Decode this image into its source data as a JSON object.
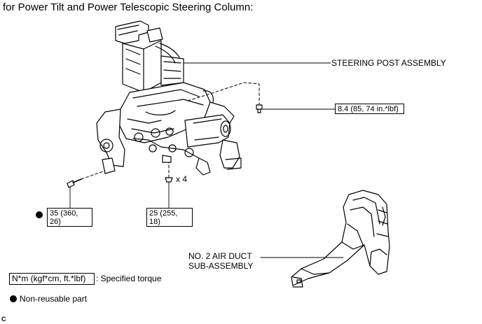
{
  "title": "for Power Tilt and Power Telescopic Steering Column:",
  "labels": {
    "steering_post": "STEERING POST ASSEMBLY",
    "air_duct_line1": "NO. 2 AIR DUCT",
    "air_duct_line2": "SUB-ASSEMBLY",
    "qty": "x 4"
  },
  "torques": {
    "top_right": "8.4 (85, 74 in.*lbf)",
    "left_line1": "35 (360,",
    "left_line2": "26)",
    "middle_line1": "25 (255,",
    "middle_line2": "18)"
  },
  "legend": {
    "unit_box": "N*m (kgf*cm, ft.*lbf)",
    "specified_torque": ": Specified torque",
    "non_reusable": "Non-reusable part"
  },
  "corner_code": "C"
}
